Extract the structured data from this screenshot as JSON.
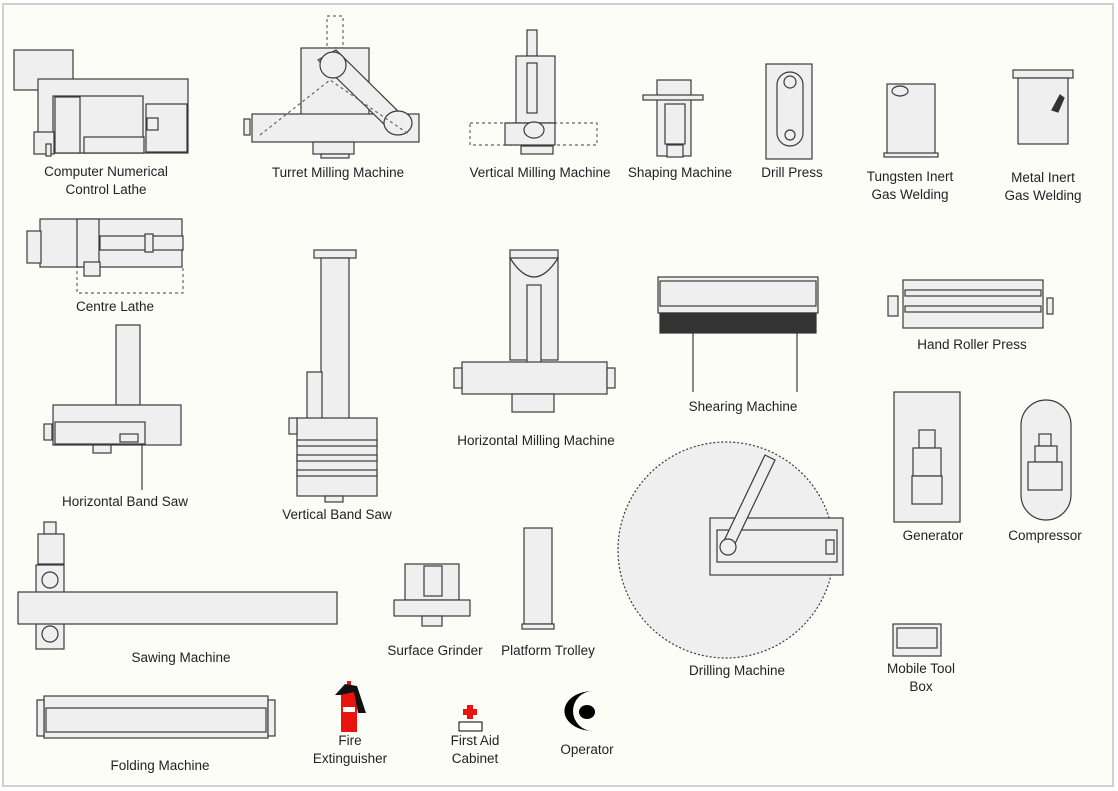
{
  "title": "Machine shop equipment shapes",
  "items": [
    {
      "label": [
        "Computer Numerical",
        "Control Lathe"
      ]
    },
    {
      "label": [
        "Turret Milling Machine"
      ]
    },
    {
      "label": [
        "Vertical Milling Machine"
      ]
    },
    {
      "label": [
        "Shaping Machine"
      ]
    },
    {
      "label": [
        "Drill Press"
      ]
    },
    {
      "label": [
        "Tungsten Inert",
        "Gas Welding"
      ]
    },
    {
      "label": [
        "Metal Inert",
        "Gas Welding"
      ]
    },
    {
      "label": [
        "Centre Lathe"
      ]
    },
    {
      "label": [
        "Horizontal Band Saw"
      ]
    },
    {
      "label": [
        "Vertical Band Saw"
      ]
    },
    {
      "label": [
        "Horizontal Milling Machine"
      ]
    },
    {
      "label": [
        "Shearing Machine"
      ]
    },
    {
      "label": [
        "Hand Roller Press"
      ]
    },
    {
      "label": [
        "Generator"
      ]
    },
    {
      "label": [
        "Compressor"
      ]
    },
    {
      "label": [
        "Sawing Machine"
      ]
    },
    {
      "label": [
        "Surface Grinder"
      ]
    },
    {
      "label": [
        "Platform Trolley"
      ]
    },
    {
      "label": [
        "Drilling Machine"
      ]
    },
    {
      "label": [
        "Mobile Tool",
        "Box"
      ]
    },
    {
      "label": [
        "Folding Machine"
      ]
    },
    {
      "label": [
        "Fire",
        "Extinguisher"
      ]
    },
    {
      "label": [
        "First Aid",
        "Cabinet"
      ]
    },
    {
      "label": [
        "Operator"
      ]
    }
  ],
  "colors": {
    "background": "#fdfdf8",
    "border": "#d0d0d0",
    "shape_fill": "#efefef",
    "stroke": "#3a3a3a",
    "red": "#e8130f"
  }
}
